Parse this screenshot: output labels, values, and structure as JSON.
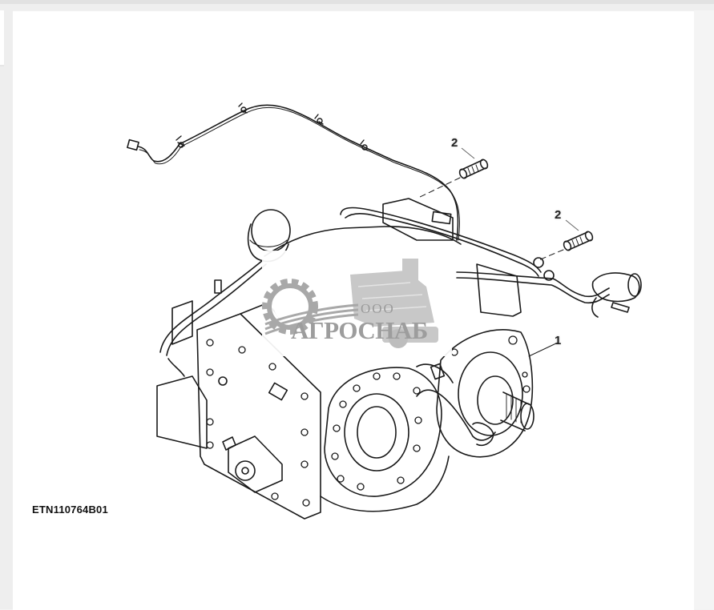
{
  "page": {
    "background": "#f3f3f3",
    "panel_background": "#ffffff"
  },
  "figure": {
    "id_label": "ETN110764B01",
    "subject": "transmission assembly with wiring harness and hydraulic lines",
    "line_color": "#1a1a1a",
    "callouts": [
      {
        "number": "1",
        "target": "output-shaft-housing"
      },
      {
        "number": "2",
        "target": "stud-upper"
      },
      {
        "number": "2",
        "target": "stud-right"
      }
    ]
  },
  "watermark": {
    "prefix": "ООО",
    "name": "АГРОСНАБ",
    "color": "#9d9d9d",
    "icons": [
      "gear-icon",
      "combine-harvester-icon"
    ]
  }
}
